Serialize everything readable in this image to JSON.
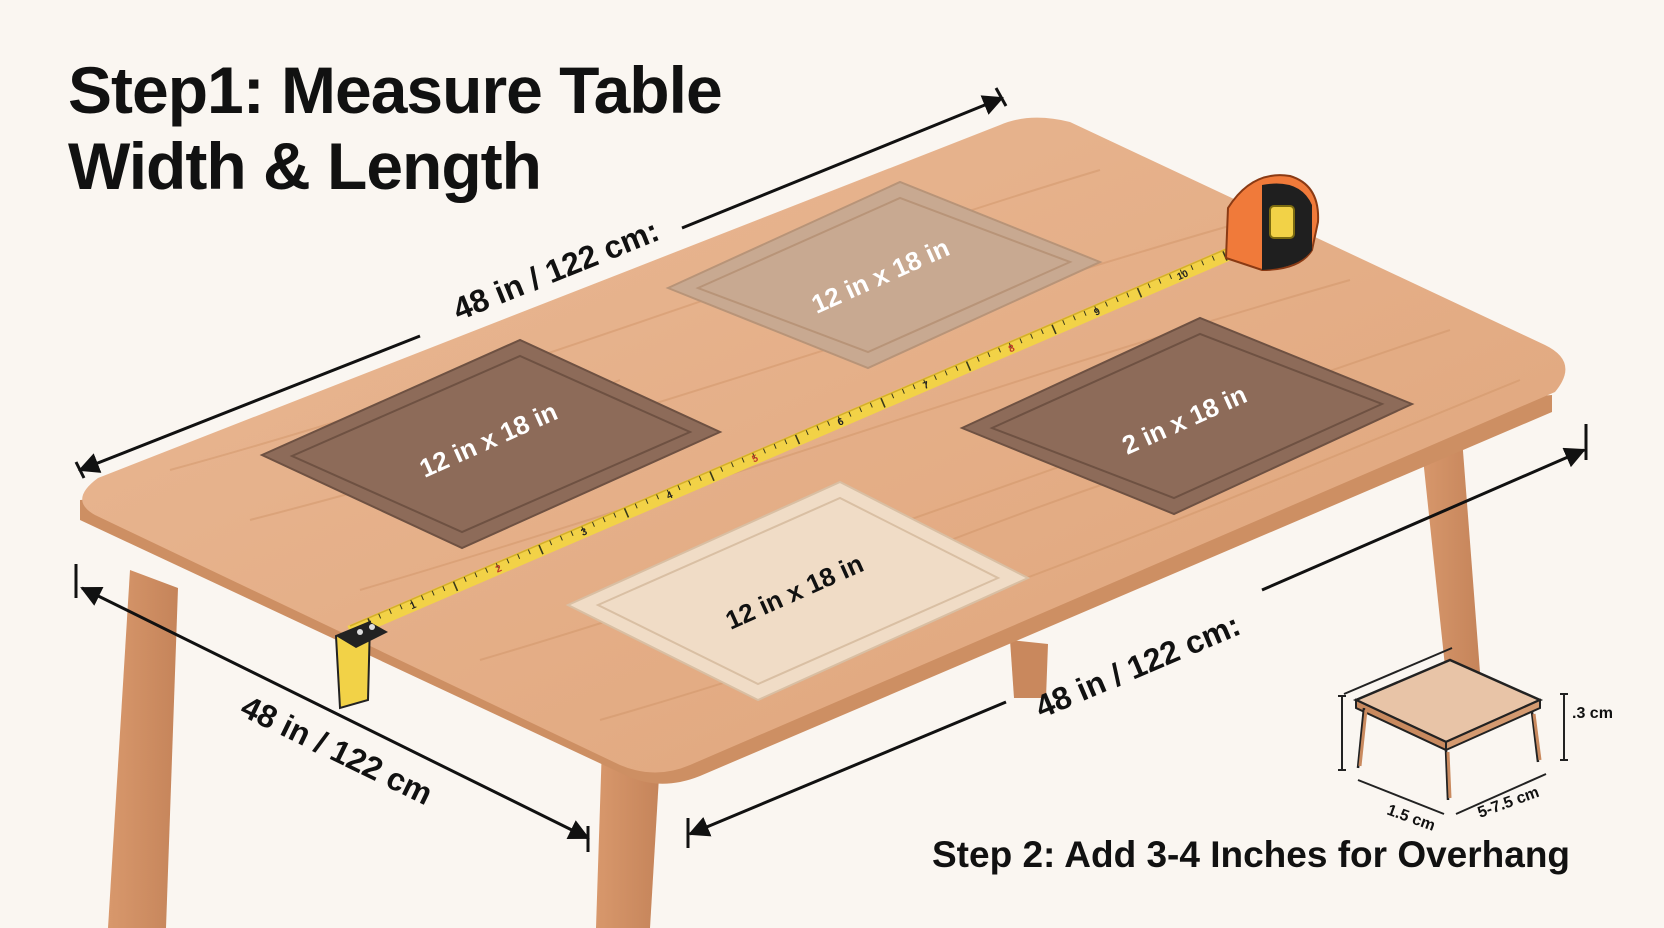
{
  "heading": {
    "line1": "Step1: Measure Table",
    "line2": "Width & Length"
  },
  "measurements": {
    "top_width": "48 in / 122 cm:",
    "left_length": "48 in / 122 cm",
    "right_length": "48 in / 122 cm:"
  },
  "placemats": [
    {
      "label": "12 in x 18 in",
      "color": "#8d6b59"
    },
    {
      "label": "12 in x 18 in",
      "color": "#c8a991"
    },
    {
      "label": "2 in x 18 in",
      "color": "#8d6b59"
    },
    {
      "label": "12 in x 18 in",
      "color": "#f0dcc6"
    }
  ],
  "tape_measure": {
    "ticks": [
      "1",
      "2",
      "3",
      "4",
      "5",
      "6",
      "7",
      "8",
      "9",
      "10"
    ],
    "case_color": "#f07a3a",
    "tape_color": "#f2d247"
  },
  "small_table": {
    "height": ".3 cm",
    "width": "1.5 cm",
    "depth": "5-7.5 cm"
  },
  "step2": {
    "text": "Step 2: Add 3-4 Inches for Overhang"
  },
  "colors": {
    "wood": "#e4ae84",
    "wood_dark": "#c98a5f",
    "background": "#faf6f1"
  }
}
